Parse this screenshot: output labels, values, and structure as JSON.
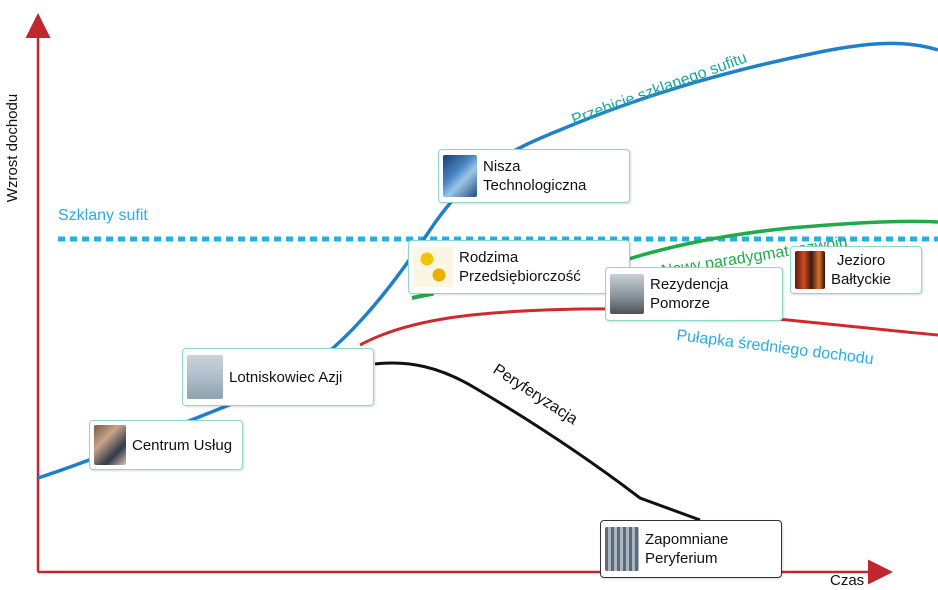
{
  "axes": {
    "y_label": "Wzrost dochodu",
    "x_label": "Czas"
  },
  "glass_ceiling": {
    "label": "Szklany sufit",
    "color": "#2bace2"
  },
  "curves": [
    {
      "id": "breakthrough",
      "label": "Przebicie szklanego sufitu",
      "color": "#1f7fc9",
      "label_color": "#1aa6a0"
    },
    {
      "id": "middle_income_trap",
      "label": "Pułapka średniego dochodu",
      "color": "#cf2a2a",
      "label_color": "#2bace2"
    },
    {
      "id": "new_paradigm",
      "label": "Nowy paradygmat rozwoju",
      "color": "#22aa4a",
      "label_color": "#22aa4a"
    },
    {
      "id": "peripherization",
      "label": "Peryferyzacja",
      "color": "#111111",
      "label_color": "#111111"
    }
  ],
  "scenarios": [
    {
      "id": "centrum-uslug",
      "label": "Centrum Usług",
      "thumb": "people-photo"
    },
    {
      "id": "lotniskowiec-azji",
      "label": "Lotniskowiec Azji",
      "thumb": "sky-photo"
    },
    {
      "id": "nisza-technologiczna",
      "label": "Nisza\nTechnologiczna",
      "thumb": "tech-photo"
    },
    {
      "id": "rodzima-przedsiebiorczosc",
      "label": "Rodzima\nPrzedsiębiorczość",
      "thumb": "chain-photo"
    },
    {
      "id": "rezydencja-pomorze",
      "label": "Rezydencja\nPomorze",
      "thumb": "lake-photo"
    },
    {
      "id": "jezioro-baltyckie",
      "label": "Jezioro\nBałtyckie",
      "thumb": "red-photo"
    },
    {
      "id": "zapomniane-peryferium",
      "label": "Zapomniane\nPeryferium",
      "thumb": "building-photo"
    }
  ]
}
